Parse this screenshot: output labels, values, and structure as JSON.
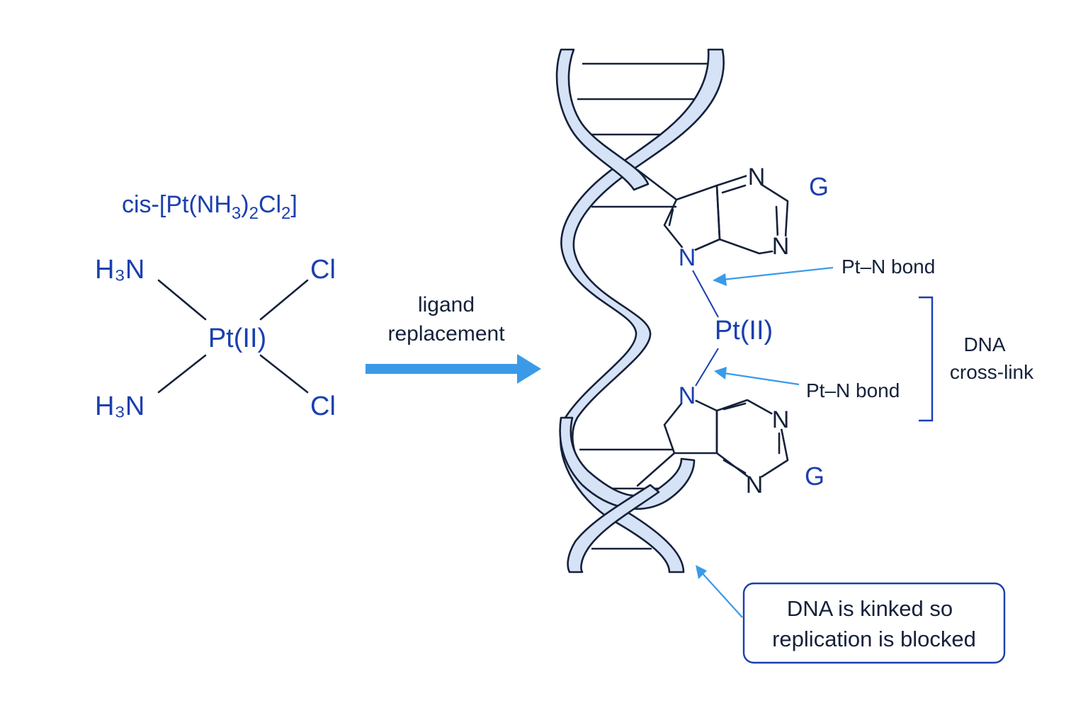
{
  "complex": {
    "formula_prefix": "cis-[Pt(NH",
    "sub3": "3",
    "sub2a": "2",
    "cl": "Cl",
    "sub2b": "2",
    "close": "]",
    "ligand_h3n": "H₃N",
    "ligand_cl": "Cl",
    "center": "Pt(II)"
  },
  "reaction_arrow": {
    "line1": "ligand",
    "line2": "replacement"
  },
  "dna": {
    "pt_center": "Pt(II)",
    "nitrogen": "N",
    "base_top": "G",
    "base_bottom": "G",
    "bond_label_top": "Pt–N bond",
    "bond_label_bottom": "Pt–N bond",
    "crosslink_line1": "DNA",
    "crosslink_line2": "cross-link",
    "note_line1": "DNA is kinked so",
    "note_line2": "replication is blocked"
  },
  "colors": {
    "label_blue": "#1b3fae",
    "arrow_blue": "#3b9ae8",
    "ribbon_fill": "#d6e2f6",
    "outline": "#15213a"
  }
}
